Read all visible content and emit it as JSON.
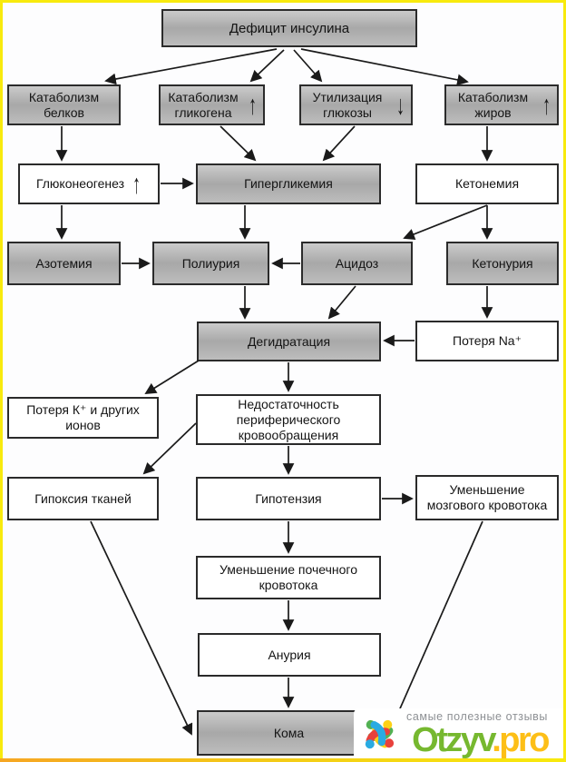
{
  "diagram": {
    "nodes": [
      {
        "id": "insulin-deficit",
        "label": "Дефицит инсулина"
      },
      {
        "id": "protein-catabolism",
        "label": "Катаболизм белков"
      },
      {
        "id": "glycogen-catabolism",
        "label": "Катаболизм гликогена",
        "trend": "↑"
      },
      {
        "id": "glucose-utilization",
        "label": "Утилизация глюкозы",
        "trend": "↓"
      },
      {
        "id": "fat-catabolism",
        "label": "Катаболизм жиров",
        "trend": "↑"
      },
      {
        "id": "gluconeogenesis",
        "label": "Глюконеогенез",
        "trend": "↑"
      },
      {
        "id": "hyperglycemia",
        "label": "Гипергликемия"
      },
      {
        "id": "ketonemia",
        "label": "Кетонемия"
      },
      {
        "id": "azotemia",
        "label": "Азотемия"
      },
      {
        "id": "polyuria",
        "label": "Полиурия"
      },
      {
        "id": "acidosis",
        "label": "Ацидоз"
      },
      {
        "id": "ketonuria",
        "label": "Кетонурия"
      },
      {
        "id": "dehydration",
        "label": "Дегидратация"
      },
      {
        "id": "sodium-loss",
        "label": "Потеря Na⁺"
      },
      {
        "id": "potassium-loss",
        "label": "Потеря К⁺ и других ионов"
      },
      {
        "id": "peripheral-circulatory-insufficiency",
        "label": "Недостаточность периферического кровообращения"
      },
      {
        "id": "tissue-hypoxia",
        "label": "Гипоксия тканей"
      },
      {
        "id": "hypotension",
        "label": "Гипотензия"
      },
      {
        "id": "cerebral-blood-flow-decrease",
        "label": "Уменьшение мозгового кровотока"
      },
      {
        "id": "renal-blood-flow-decrease",
        "label": "Уменьшение почечного кровотока"
      },
      {
        "id": "anuria",
        "label": "Анурия"
      },
      {
        "id": "coma",
        "label": "Кома"
      }
    ]
  },
  "watermark": {
    "tagline": "самые полезные отзывы",
    "brand_primary": "Otzyv",
    "brand_suffix": ".pro"
  },
  "colors": {
    "frame_yellow": "#f8ea0d",
    "frame_orange": "#f6a623",
    "brand_green": "#76b82f",
    "brand_yellow": "#fdbf17",
    "icon_green": "#52b153",
    "icon_yellow": "#fdd116",
    "icon_red": "#e8413c",
    "icon_blue": "#29abe2",
    "tagline_gray": "#8d9094"
  }
}
